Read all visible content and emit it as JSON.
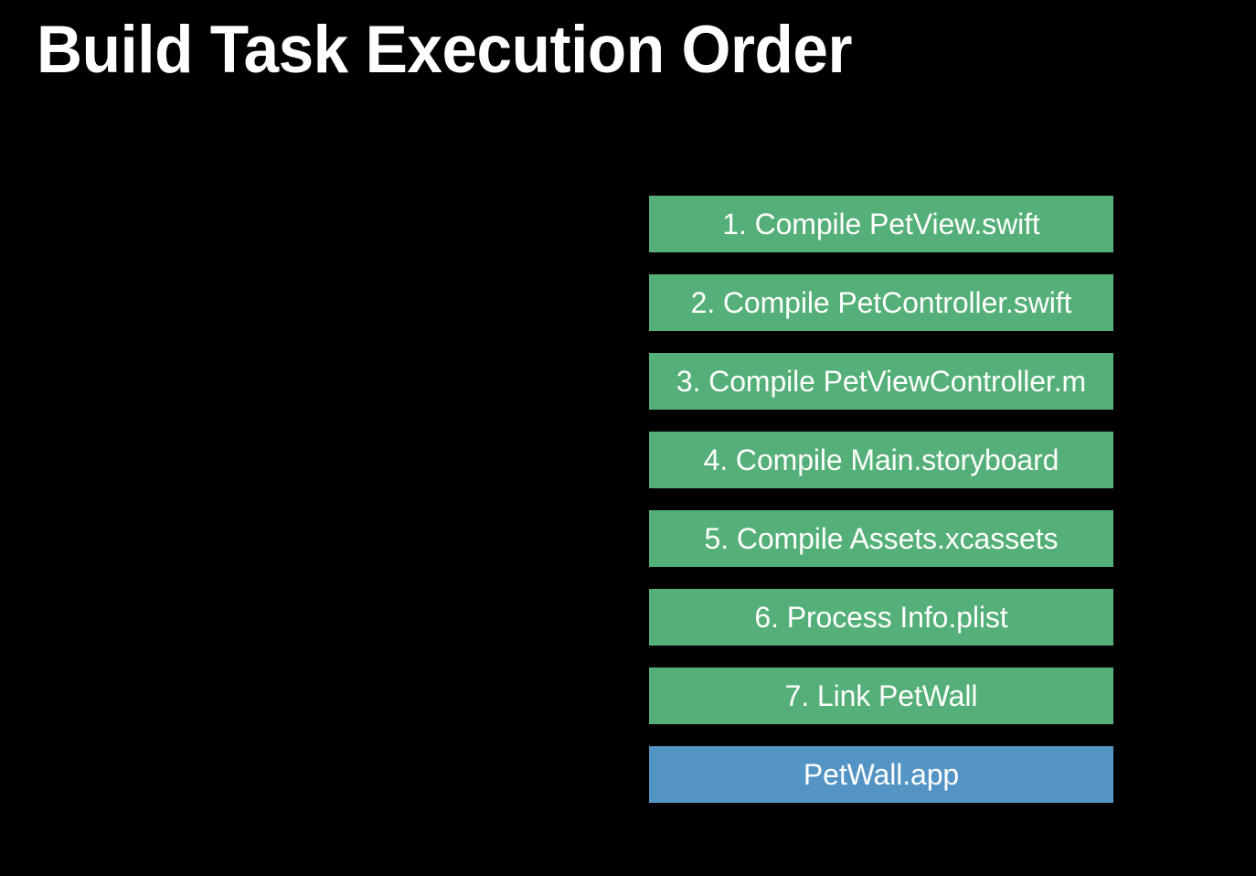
{
  "page": {
    "title": "Build Task Execution Order",
    "background_color": "#000000",
    "title_color": "#ffffff"
  },
  "theme": {
    "task_color": "#54AF78",
    "output_color": "#5394C4",
    "node_text_color": "#ffffff"
  },
  "flow": {
    "nodes": [
      {
        "label": "1. Compile PetView.swift",
        "kind": "task",
        "step": 1
      },
      {
        "label": "2. Compile PetController.swift",
        "kind": "task",
        "step": 2
      },
      {
        "label": "3. Compile PetViewController.m",
        "kind": "task",
        "step": 3
      },
      {
        "label": "4. Compile Main.storyboard",
        "kind": "task",
        "step": 4
      },
      {
        "label": "5. Compile Assets.xcassets",
        "kind": "task",
        "step": 5
      },
      {
        "label": "6. Process Info.plist",
        "kind": "task",
        "step": 6
      },
      {
        "label": "7. Link PetWall",
        "kind": "task",
        "step": 7
      },
      {
        "label": "PetWall.app",
        "kind": "output",
        "step": null
      }
    ]
  }
}
